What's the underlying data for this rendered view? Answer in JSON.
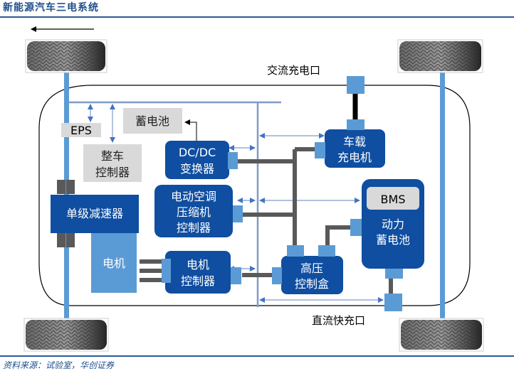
{
  "title": "新能源汽车三电系统",
  "footer": "资料来源：试验室，华创证券",
  "direction_arrow": "arrow-left-icon",
  "colors": {
    "dark_blue": "#0f4ea0",
    "light_blue": "#5b9bd5",
    "gray_box": "#d9d9d9",
    "bus_line": "#7f9cc7",
    "power_line": "#595959",
    "brand": "#1f4e8c"
  },
  "components": {
    "eps": "EPS",
    "vcu": [
      "整车",
      "控制器"
    ],
    "battery_12v": "蓄电池",
    "dcdc": [
      "DC/DC",
      "变换器"
    ],
    "obc": [
      "车载",
      "充电机"
    ],
    "ac_port": "交流充电口",
    "ac_compressor": [
      "电动空调",
      "压缩机",
      "控制器"
    ],
    "reducer": "单级减速器",
    "motor": "电机",
    "motor_controller": [
      "电机",
      "控制器"
    ],
    "hv_box": [
      "高压",
      "控制盒"
    ],
    "bms": "BMS",
    "power_battery": [
      "动力",
      "蓄电池"
    ],
    "dc_port": "直流快充口"
  },
  "wheels": [
    "front-left-wheel",
    "front-right-wheel",
    "rear-left-wheel",
    "rear-right-wheel"
  ]
}
